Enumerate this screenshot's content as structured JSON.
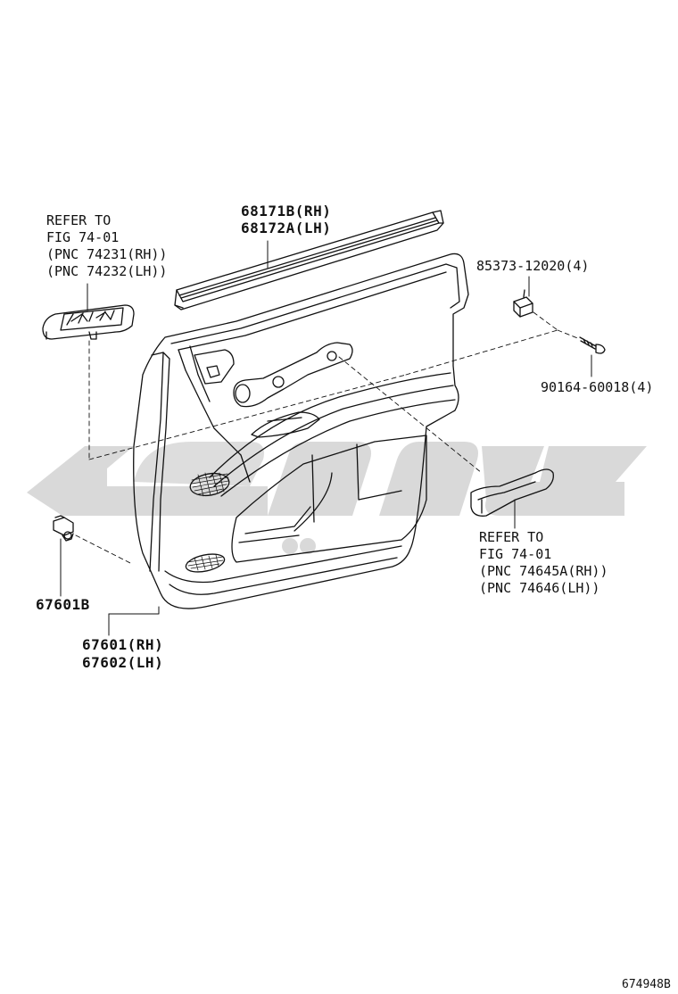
{
  "diagram_id": "674948B",
  "colors": {
    "line": "#111111",
    "watermark": "#d9d9d9",
    "background": "#ffffff"
  },
  "callouts": {
    "weatherstrip_rh": "68171B(RH)",
    "weatherstrip_lh": "68172A(LH)",
    "clip_part": "85373-12020(4)",
    "screw_part": "90164-60018(4)",
    "switch_ref_1": "REFER TO",
    "switch_ref_2": "FIG 74-01",
    "switch_ref_3": "(PNC 74231(RH))",
    "switch_ref_4": "(PNC 74232(LH))",
    "handle_ref_1": "REFER TO",
    "handle_ref_2": "FIG 74-01",
    "handle_ref_3": "(PNC 74645A(RH))",
    "handle_ref_4": "(PNC 74646(LH))",
    "fastener_clip": "67601B",
    "panel_rh": "67601(RH)",
    "panel_lh": "67602(LH)"
  }
}
